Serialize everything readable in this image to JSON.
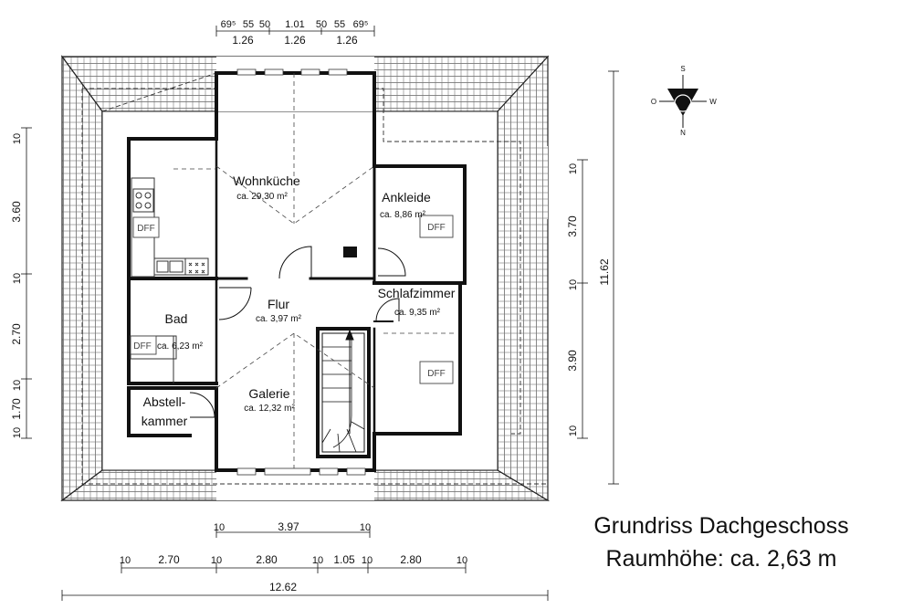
{
  "title": "Grundriss Dachgeschoss",
  "subtitle": "Raumhöhe: ca. 2,63 m",
  "rooms": [
    {
      "name": "Wohnküche",
      "area": "ca. 29,30 m²"
    },
    {
      "name": "Ankleide",
      "area": "ca. 8,86 m²"
    },
    {
      "name": "Flur",
      "area": "ca. 3,97 m²"
    },
    {
      "name": "Bad",
      "area": "ca. 6,23 m²"
    },
    {
      "name": "Schlafzimmer",
      "area": "ca. 9,35 m²"
    },
    {
      "name": "Abstell-",
      "name2": "kammer"
    },
    {
      "name": "Galerie",
      "area": "ca. 12,32 m²"
    }
  ],
  "fixture_label": "DFF",
  "dimensions": {
    "top_row1": [
      "69⁵",
      "55",
      "50",
      "1.01",
      "50",
      "55",
      "69⁵"
    ],
    "top_row2": [
      "1.26",
      "1.26",
      "1.26"
    ],
    "left": [
      "10",
      "3.60",
      "10",
      "2.70",
      "10",
      "1.70",
      "10"
    ],
    "right": [
      "10",
      "3.70",
      "10",
      "3.90",
      "10"
    ],
    "right_total": "11.62",
    "bottom_row1": [
      "10",
      "3.97",
      "10"
    ],
    "bottom_row2": [
      "10",
      "2.70",
      "10",
      "2.80",
      "10",
      "1.05",
      "10",
      "2.80",
      "10"
    ],
    "bottom_total": "12.62"
  },
  "compass": {
    "n": "N",
    "s": "S",
    "o": "O",
    "w": "W"
  }
}
